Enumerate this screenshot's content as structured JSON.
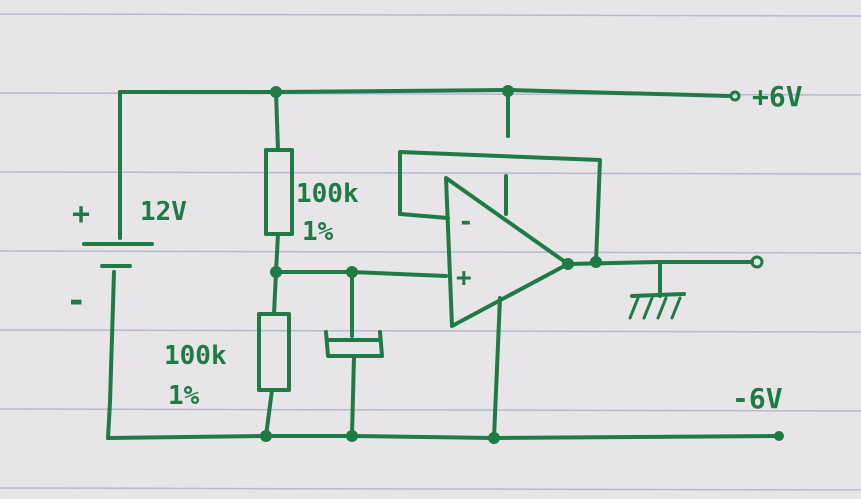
{
  "schematic": {
    "battery": {
      "plus": "+",
      "minus": "-",
      "voltage": "12V"
    },
    "r_top": {
      "value": "100k",
      "tolerance": "1%"
    },
    "r_bottom": {
      "value": "100k",
      "tolerance": "1%"
    },
    "opamp": {
      "inverting": "-",
      "noninverting": "+"
    },
    "rails": {
      "positive": "+6V",
      "negative": "-6V"
    }
  },
  "colors": {
    "ink": "#1f7a45",
    "paper": "#e7e5e7",
    "rule": "#b7b9d0"
  }
}
